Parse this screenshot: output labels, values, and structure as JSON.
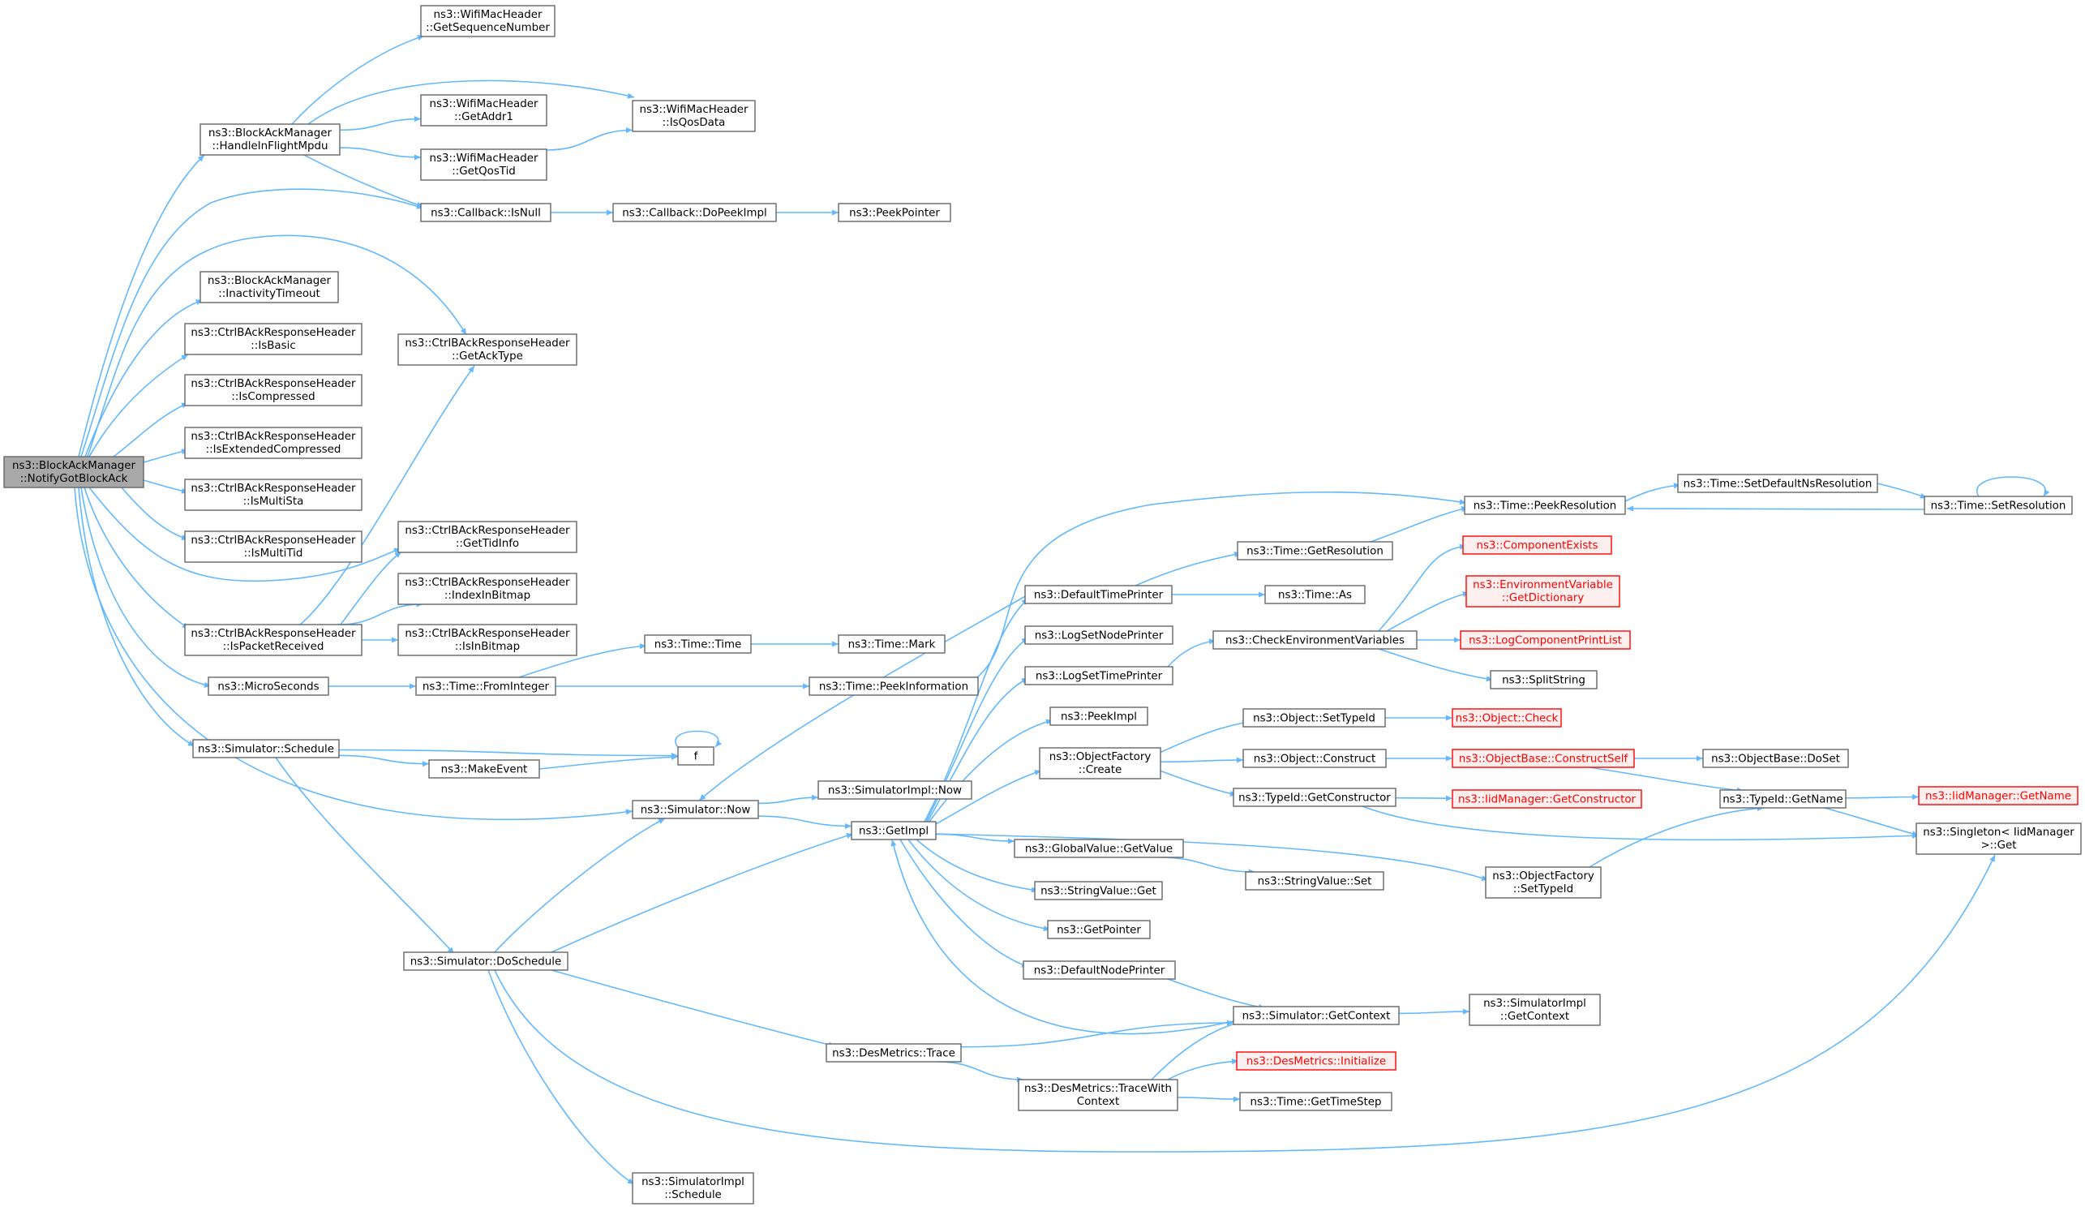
{
  "graph": {
    "nodes": [
      {
        "id": "root",
        "lines": [
          "ns3::BlockAckManager",
          "::NotifyGotBlockAck"
        ],
        "style": "root"
      },
      {
        "id": "getSeq",
        "lines": [
          "ns3::WifiMacHeader",
          "::GetSequenceNumber"
        ]
      },
      {
        "id": "handleInFlight",
        "lines": [
          "ns3::BlockAckManager",
          "::HandleInFlightMpdu"
        ]
      },
      {
        "id": "getAddr1",
        "lines": [
          "ns3::WifiMacHeader",
          "::GetAddr1"
        ]
      },
      {
        "id": "isQosData",
        "lines": [
          "ns3::WifiMacHeader",
          "::IsQosData"
        ]
      },
      {
        "id": "getQosTid",
        "lines": [
          "ns3::WifiMacHeader",
          "::GetQosTid"
        ]
      },
      {
        "id": "cbIsNull",
        "lines": [
          "ns3::Callback::IsNull"
        ]
      },
      {
        "id": "cbDoPeek",
        "lines": [
          "ns3::Callback::DoPeekImpl"
        ]
      },
      {
        "id": "peekPointer",
        "lines": [
          "ns3::PeekPointer"
        ]
      },
      {
        "id": "inactivity",
        "lines": [
          "ns3::BlockAckManager",
          "::InactivityTimeout"
        ]
      },
      {
        "id": "isBasic",
        "lines": [
          "ns3::CtrlBAckResponseHeader",
          "::IsBasic"
        ]
      },
      {
        "id": "getAckType",
        "lines": [
          "ns3::CtrlBAckResponseHeader",
          "::GetAckType"
        ]
      },
      {
        "id": "isCompressed",
        "lines": [
          "ns3::CtrlBAckResponseHeader",
          "::IsCompressed"
        ]
      },
      {
        "id": "isExtComp",
        "lines": [
          "ns3::CtrlBAckResponseHeader",
          "::IsExtendedCompressed"
        ]
      },
      {
        "id": "isMultiSta",
        "lines": [
          "ns3::CtrlBAckResponseHeader",
          "::IsMultiSta"
        ]
      },
      {
        "id": "isMultiTid",
        "lines": [
          "ns3::CtrlBAckResponseHeader",
          "::IsMultiTid"
        ]
      },
      {
        "id": "getTidInfo",
        "lines": [
          "ns3::CtrlBAckResponseHeader",
          "::GetTidInfo"
        ]
      },
      {
        "id": "indexInBitmap",
        "lines": [
          "ns3::CtrlBAckResponseHeader",
          "::IndexInBitmap"
        ]
      },
      {
        "id": "isPacketReceived",
        "lines": [
          "ns3::CtrlBAckResponseHeader",
          "::IsPacketReceived"
        ]
      },
      {
        "id": "isInBitmap",
        "lines": [
          "ns3::CtrlBAckResponseHeader",
          "::IsInBitmap"
        ]
      },
      {
        "id": "microSeconds",
        "lines": [
          "ns3::MicroSeconds"
        ]
      },
      {
        "id": "fromInteger",
        "lines": [
          "ns3::Time::FromInteger"
        ]
      },
      {
        "id": "timeTime",
        "lines": [
          "ns3::Time::Time"
        ]
      },
      {
        "id": "timeMark",
        "lines": [
          "ns3::Time::Mark"
        ]
      },
      {
        "id": "peekInformation",
        "lines": [
          "ns3::Time::PeekInformation"
        ]
      },
      {
        "id": "schedule",
        "lines": [
          "ns3::Simulator::Schedule"
        ]
      },
      {
        "id": "f",
        "lines": [
          "f"
        ]
      },
      {
        "id": "makeEvent",
        "lines": [
          "ns3::MakeEvent"
        ]
      },
      {
        "id": "simNow",
        "lines": [
          "ns3::Simulator::Now"
        ]
      },
      {
        "id": "simImplNow",
        "lines": [
          "ns3::SimulatorImpl::Now"
        ]
      },
      {
        "id": "getImpl",
        "lines": [
          "ns3::GetImpl"
        ]
      },
      {
        "id": "doSchedule",
        "lines": [
          "ns3::Simulator::DoSchedule"
        ]
      },
      {
        "id": "desTrace",
        "lines": [
          "ns3::DesMetrics::Trace"
        ]
      },
      {
        "id": "desTraceWith",
        "lines": [
          "ns3::DesMetrics::TraceWith",
          "Context"
        ]
      },
      {
        "id": "simImplSchedule",
        "lines": [
          "ns3::SimulatorImpl",
          "::Schedule"
        ]
      },
      {
        "id": "defaultTimePrinter",
        "lines": [
          "ns3::DefaultTimePrinter"
        ]
      },
      {
        "id": "logSetNodePrinter",
        "lines": [
          "ns3::LogSetNodePrinter"
        ]
      },
      {
        "id": "logSetTimePrinter",
        "lines": [
          "ns3::LogSetTimePrinter"
        ]
      },
      {
        "id": "peekImpl",
        "lines": [
          "ns3::PeekImpl"
        ]
      },
      {
        "id": "objFactoryCreate",
        "lines": [
          "ns3::ObjectFactory",
          "::Create"
        ]
      },
      {
        "id": "globalValueGet",
        "lines": [
          "ns3::GlobalValue::GetValue"
        ]
      },
      {
        "id": "stringValueGet",
        "lines": [
          "ns3::StringValue::Get"
        ]
      },
      {
        "id": "getPointer",
        "lines": [
          "ns3::GetPointer"
        ]
      },
      {
        "id": "defaultNodePrinter",
        "lines": [
          "ns3::DefaultNodePrinter"
        ]
      },
      {
        "id": "getContext",
        "lines": [
          "ns3::Simulator::GetContext"
        ]
      },
      {
        "id": "desInit",
        "lines": [
          "ns3::DesMetrics::Initialize"
        ],
        "style": "ext"
      },
      {
        "id": "getTimeStep",
        "lines": [
          "ns3::Time::GetTimeStep"
        ]
      },
      {
        "id": "simImplGetContext",
        "lines": [
          "ns3::SimulatorImpl",
          "::GetContext"
        ]
      },
      {
        "id": "timeGetRes",
        "lines": [
          "ns3::Time::GetResolution"
        ]
      },
      {
        "id": "timeAs",
        "lines": [
          "ns3::Time::As"
        ]
      },
      {
        "id": "checkEnv",
        "lines": [
          "ns3::CheckEnvironmentVariables"
        ]
      },
      {
        "id": "objSetTypeId",
        "lines": [
          "ns3::Object::SetTypeId"
        ]
      },
      {
        "id": "objConstruct",
        "lines": [
          "ns3::Object::Construct"
        ]
      },
      {
        "id": "typeIdGetCtor",
        "lines": [
          "ns3::TypeId::GetConstructor"
        ]
      },
      {
        "id": "stringValueSet",
        "lines": [
          "ns3::StringValue::Set"
        ]
      },
      {
        "id": "objFactorySetTypeId",
        "lines": [
          "ns3::ObjectFactory",
          "::SetTypeId"
        ]
      },
      {
        "id": "peekResolution",
        "lines": [
          "ns3::Time::PeekResolution"
        ]
      },
      {
        "id": "setDefaultNsRes",
        "lines": [
          "ns3::Time::SetDefaultNsResolution"
        ]
      },
      {
        "id": "setResolution",
        "lines": [
          "ns3::Time::SetResolution"
        ]
      },
      {
        "id": "componentExists",
        "lines": [
          "ns3::ComponentExists"
        ],
        "style": "ext"
      },
      {
        "id": "envVarGetDict",
        "lines": [
          "ns3::EnvironmentVariable",
          "::GetDictionary"
        ],
        "style": "ext"
      },
      {
        "id": "logCompPrintList",
        "lines": [
          "ns3::LogComponentPrintList"
        ],
        "style": "ext"
      },
      {
        "id": "splitString",
        "lines": [
          "ns3::SplitString"
        ]
      },
      {
        "id": "objCheck",
        "lines": [
          "ns3::Object::Check"
        ],
        "style": "ext"
      },
      {
        "id": "constructSelf",
        "lines": [
          "ns3::ObjectBase::ConstructSelf"
        ],
        "style": "ext"
      },
      {
        "id": "iidGetCtor",
        "lines": [
          "ns3::IidManager::GetConstructor"
        ],
        "style": "ext"
      },
      {
        "id": "objBaseDoSet",
        "lines": [
          "ns3::ObjectBase::DoSet"
        ]
      },
      {
        "id": "typeIdGetName",
        "lines": [
          "ns3::TypeId::GetName"
        ]
      },
      {
        "id": "iidGetName",
        "lines": [
          "ns3::IidManager::GetName"
        ],
        "style": "ext"
      },
      {
        "id": "singletonGet",
        "lines": [
          "ns3::Singleton< IidManager",
          " >::Get"
        ]
      }
    ],
    "edges": [
      [
        "root",
        "handleInFlight"
      ],
      [
        "root",
        "cbIsNull"
      ],
      [
        "root",
        "inactivity"
      ],
      [
        "root",
        "isBasic"
      ],
      [
        "root",
        "getAckType"
      ],
      [
        "root",
        "isCompressed"
      ],
      [
        "root",
        "isExtComp"
      ],
      [
        "root",
        "isMultiSta"
      ],
      [
        "root",
        "isMultiTid"
      ],
      [
        "root",
        "getTidInfo"
      ],
      [
        "root",
        "isPacketReceived"
      ],
      [
        "root",
        "microSeconds"
      ],
      [
        "root",
        "schedule"
      ],
      [
        "root",
        "simNow"
      ],
      [
        "handleInFlight",
        "getSeq"
      ],
      [
        "handleInFlight",
        "isQosData"
      ],
      [
        "handleInFlight",
        "getAddr1"
      ],
      [
        "handleInFlight",
        "getQosTid"
      ],
      [
        "handleInFlight",
        "cbIsNull"
      ],
      [
        "getQosTid",
        "isQosData"
      ],
      [
        "cbIsNull",
        "cbDoPeek"
      ],
      [
        "cbDoPeek",
        "peekPointer"
      ],
      [
        "isPacketReceived",
        "getAckType"
      ],
      [
        "isPacketReceived",
        "getTidInfo"
      ],
      [
        "isPacketReceived",
        "indexInBitmap"
      ],
      [
        "isPacketReceived",
        "isInBitmap"
      ],
      [
        "microSeconds",
        "fromInteger"
      ],
      [
        "fromInteger",
        "timeTime"
      ],
      [
        "fromInteger",
        "peekInformation"
      ],
      [
        "timeTime",
        "timeMark"
      ],
      [
        "peekInformation",
        "peekResolution"
      ],
      [
        "schedule",
        "f"
      ],
      [
        "schedule",
        "makeEvent"
      ],
      [
        "schedule",
        "doSchedule"
      ],
      [
        "makeEvent",
        "f"
      ],
      [
        "f",
        "f"
      ],
      [
        "simNow",
        "simImplNow"
      ],
      [
        "simNow",
        "getImpl"
      ],
      [
        "doSchedule",
        "simNow"
      ],
      [
        "doSchedule",
        "getImpl"
      ],
      [
        "doSchedule",
        "desTrace"
      ],
      [
        "doSchedule",
        "simImplSchedule"
      ],
      [
        "doSchedule",
        "singletonGet"
      ],
      [
        "getImpl",
        "defaultTimePrinter"
      ],
      [
        "getImpl",
        "logSetNodePrinter"
      ],
      [
        "getImpl",
        "logSetTimePrinter"
      ],
      [
        "getImpl",
        "peekImpl"
      ],
      [
        "getImpl",
        "objFactoryCreate"
      ],
      [
        "getImpl",
        "globalValueGet"
      ],
      [
        "getImpl",
        "stringValueGet"
      ],
      [
        "getImpl",
        "getPointer"
      ],
      [
        "getImpl",
        "defaultNodePrinter"
      ],
      [
        "getImpl",
        "objFactorySetTypeId"
      ],
      [
        "desTrace",
        "getContext"
      ],
      [
        "desTrace",
        "desTraceWith"
      ],
      [
        "desTraceWith",
        "getContext"
      ],
      [
        "desTraceWith",
        "desInit"
      ],
      [
        "desTraceWith",
        "getTimeStep"
      ],
      [
        "getContext",
        "getImpl"
      ],
      [
        "getContext",
        "simImplGetContext"
      ],
      [
        "defaultNodePrinter",
        "getContext"
      ],
      [
        "defaultTimePrinter",
        "timeGetRes"
      ],
      [
        "defaultTimePrinter",
        "timeAs"
      ],
      [
        "defaultTimePrinter",
        "simNow"
      ],
      [
        "logSetTimePrinter",
        "checkEnv"
      ],
      [
        "objFactoryCreate",
        "objSetTypeId"
      ],
      [
        "objFactoryCreate",
        "objConstruct"
      ],
      [
        "objFactoryCreate",
        "typeIdGetCtor"
      ],
      [
        "globalValueGet",
        "stringValueSet"
      ],
      [
        "timeGetRes",
        "peekResolution"
      ],
      [
        "checkEnv",
        "componentExists"
      ],
      [
        "checkEnv",
        "envVarGetDict"
      ],
      [
        "checkEnv",
        "logCompPrintList"
      ],
      [
        "checkEnv",
        "splitString"
      ],
      [
        "objSetTypeId",
        "objCheck"
      ],
      [
        "objConstruct",
        "constructSelf"
      ],
      [
        "typeIdGetCtor",
        "iidGetCtor"
      ],
      [
        "typeIdGetCtor",
        "singletonGet"
      ],
      [
        "objFactorySetTypeId",
        "typeIdGetName"
      ],
      [
        "peekResolution",
        "setDefaultNsRes"
      ],
      [
        "setDefaultNsRes",
        "setResolution"
      ],
      [
        "setResolution",
        "peekResolution"
      ],
      [
        "setResolution",
        "setResolution"
      ],
      [
        "constructSelf",
        "objBaseDoSet"
      ],
      [
        "constructSelf",
        "typeIdGetName"
      ],
      [
        "typeIdGetName",
        "iidGetName"
      ],
      [
        "typeIdGetName",
        "singletonGet"
      ]
    ]
  },
  "colors": {
    "edge": "#63b8ff",
    "node_border": "#666666",
    "root_fill": "#a8a8a8",
    "ext_border": "#ff0000",
    "ext_fill": "#fff0f0"
  }
}
